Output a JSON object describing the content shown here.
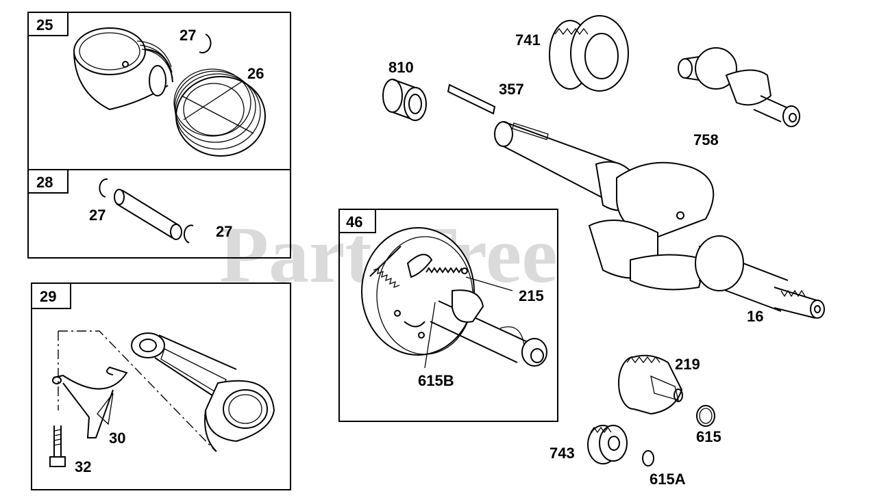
{
  "watermark": "PartsTree",
  "inset_boxes": {
    "piston": "25",
    "pin": "28",
    "rod": "29",
    "cam": "46"
  },
  "callouts": {
    "c27_top": "27",
    "c26": "26",
    "c27_left": "27",
    "c27_right": "27",
    "c30": "30",
    "c32": "32",
    "c810": "810",
    "c357": "357",
    "c741": "741",
    "c758": "758",
    "c215": "215",
    "c615B": "615B",
    "c16": "16",
    "c219": "219",
    "c615": "615",
    "c743": "743",
    "c615A": "615A"
  }
}
